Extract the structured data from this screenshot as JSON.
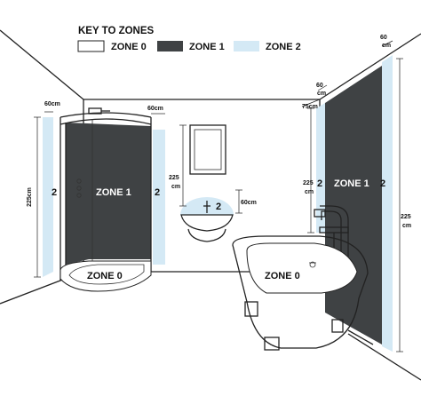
{
  "key": {
    "title": "KEY TO ZONES",
    "items": [
      {
        "label": "ZONE 0",
        "color": "#ffffff"
      },
      {
        "label": "ZONE 1",
        "color": "#3f4244"
      },
      {
        "label": "ZONE 2",
        "color": "#d4e9f5"
      }
    ]
  },
  "colors": {
    "zone0": "#ffffff",
    "zone1": "#3f4244",
    "zone2": "#d4e9f5",
    "line": "#222222"
  },
  "shower": {
    "zone1_label": "ZONE 1",
    "zone0_label": "ZONE 0",
    "zone2_left_label": "2",
    "zone2_right_label": "2",
    "height_label": "225cm",
    "left_width_label": "60cm",
    "right_width_label": "60cm"
  },
  "basin": {
    "zone_label": "2",
    "height_label": "225",
    "height_unit": "cm",
    "radius_label": "60cm"
  },
  "bath": {
    "zone0_label": "ZONE 0",
    "zone1_label": "ZONE 1",
    "zone2_left_label": "2",
    "zone2_right_label": "2",
    "left_height_label": "225",
    "left_height_unit": "cm",
    "right_height_label": "225",
    "right_height_unit": "cm",
    "side_width_label": "75cm",
    "top_width_label": "60",
    "top_width_unit": "cm",
    "corner_width_label": "60",
    "corner_width_unit": "cm"
  }
}
